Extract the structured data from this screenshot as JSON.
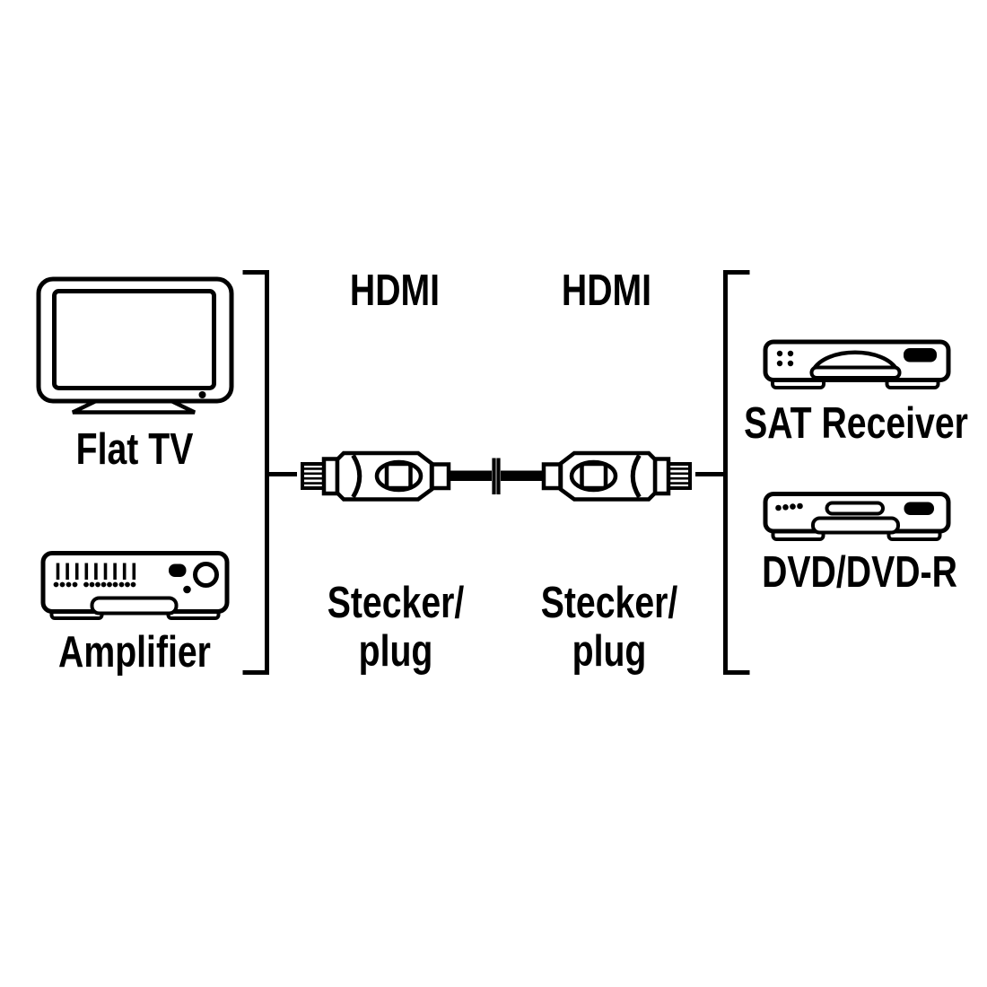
{
  "canvas": {
    "background": "#ffffff",
    "ink": "#000000"
  },
  "left_devices": [
    {
      "label": "Flat TV",
      "icon": "flat-tv-icon"
    },
    {
      "label": "Amplifier",
      "icon": "amplifier-icon"
    }
  ],
  "right_devices": [
    {
      "label": "SAT Receiver",
      "icon": "sat-receiver-icon"
    },
    {
      "label": "DVD/DVD-R",
      "icon": "dvd-recorder-icon"
    }
  ],
  "cable": {
    "left_plug": {
      "top_label": "HDMI",
      "bottom_label_line1": "Stecker/",
      "bottom_label_line2": "plug"
    },
    "right_plug": {
      "top_label": "HDMI",
      "bottom_label_line1": "Stecker/",
      "bottom_label_line2": "plug"
    }
  }
}
